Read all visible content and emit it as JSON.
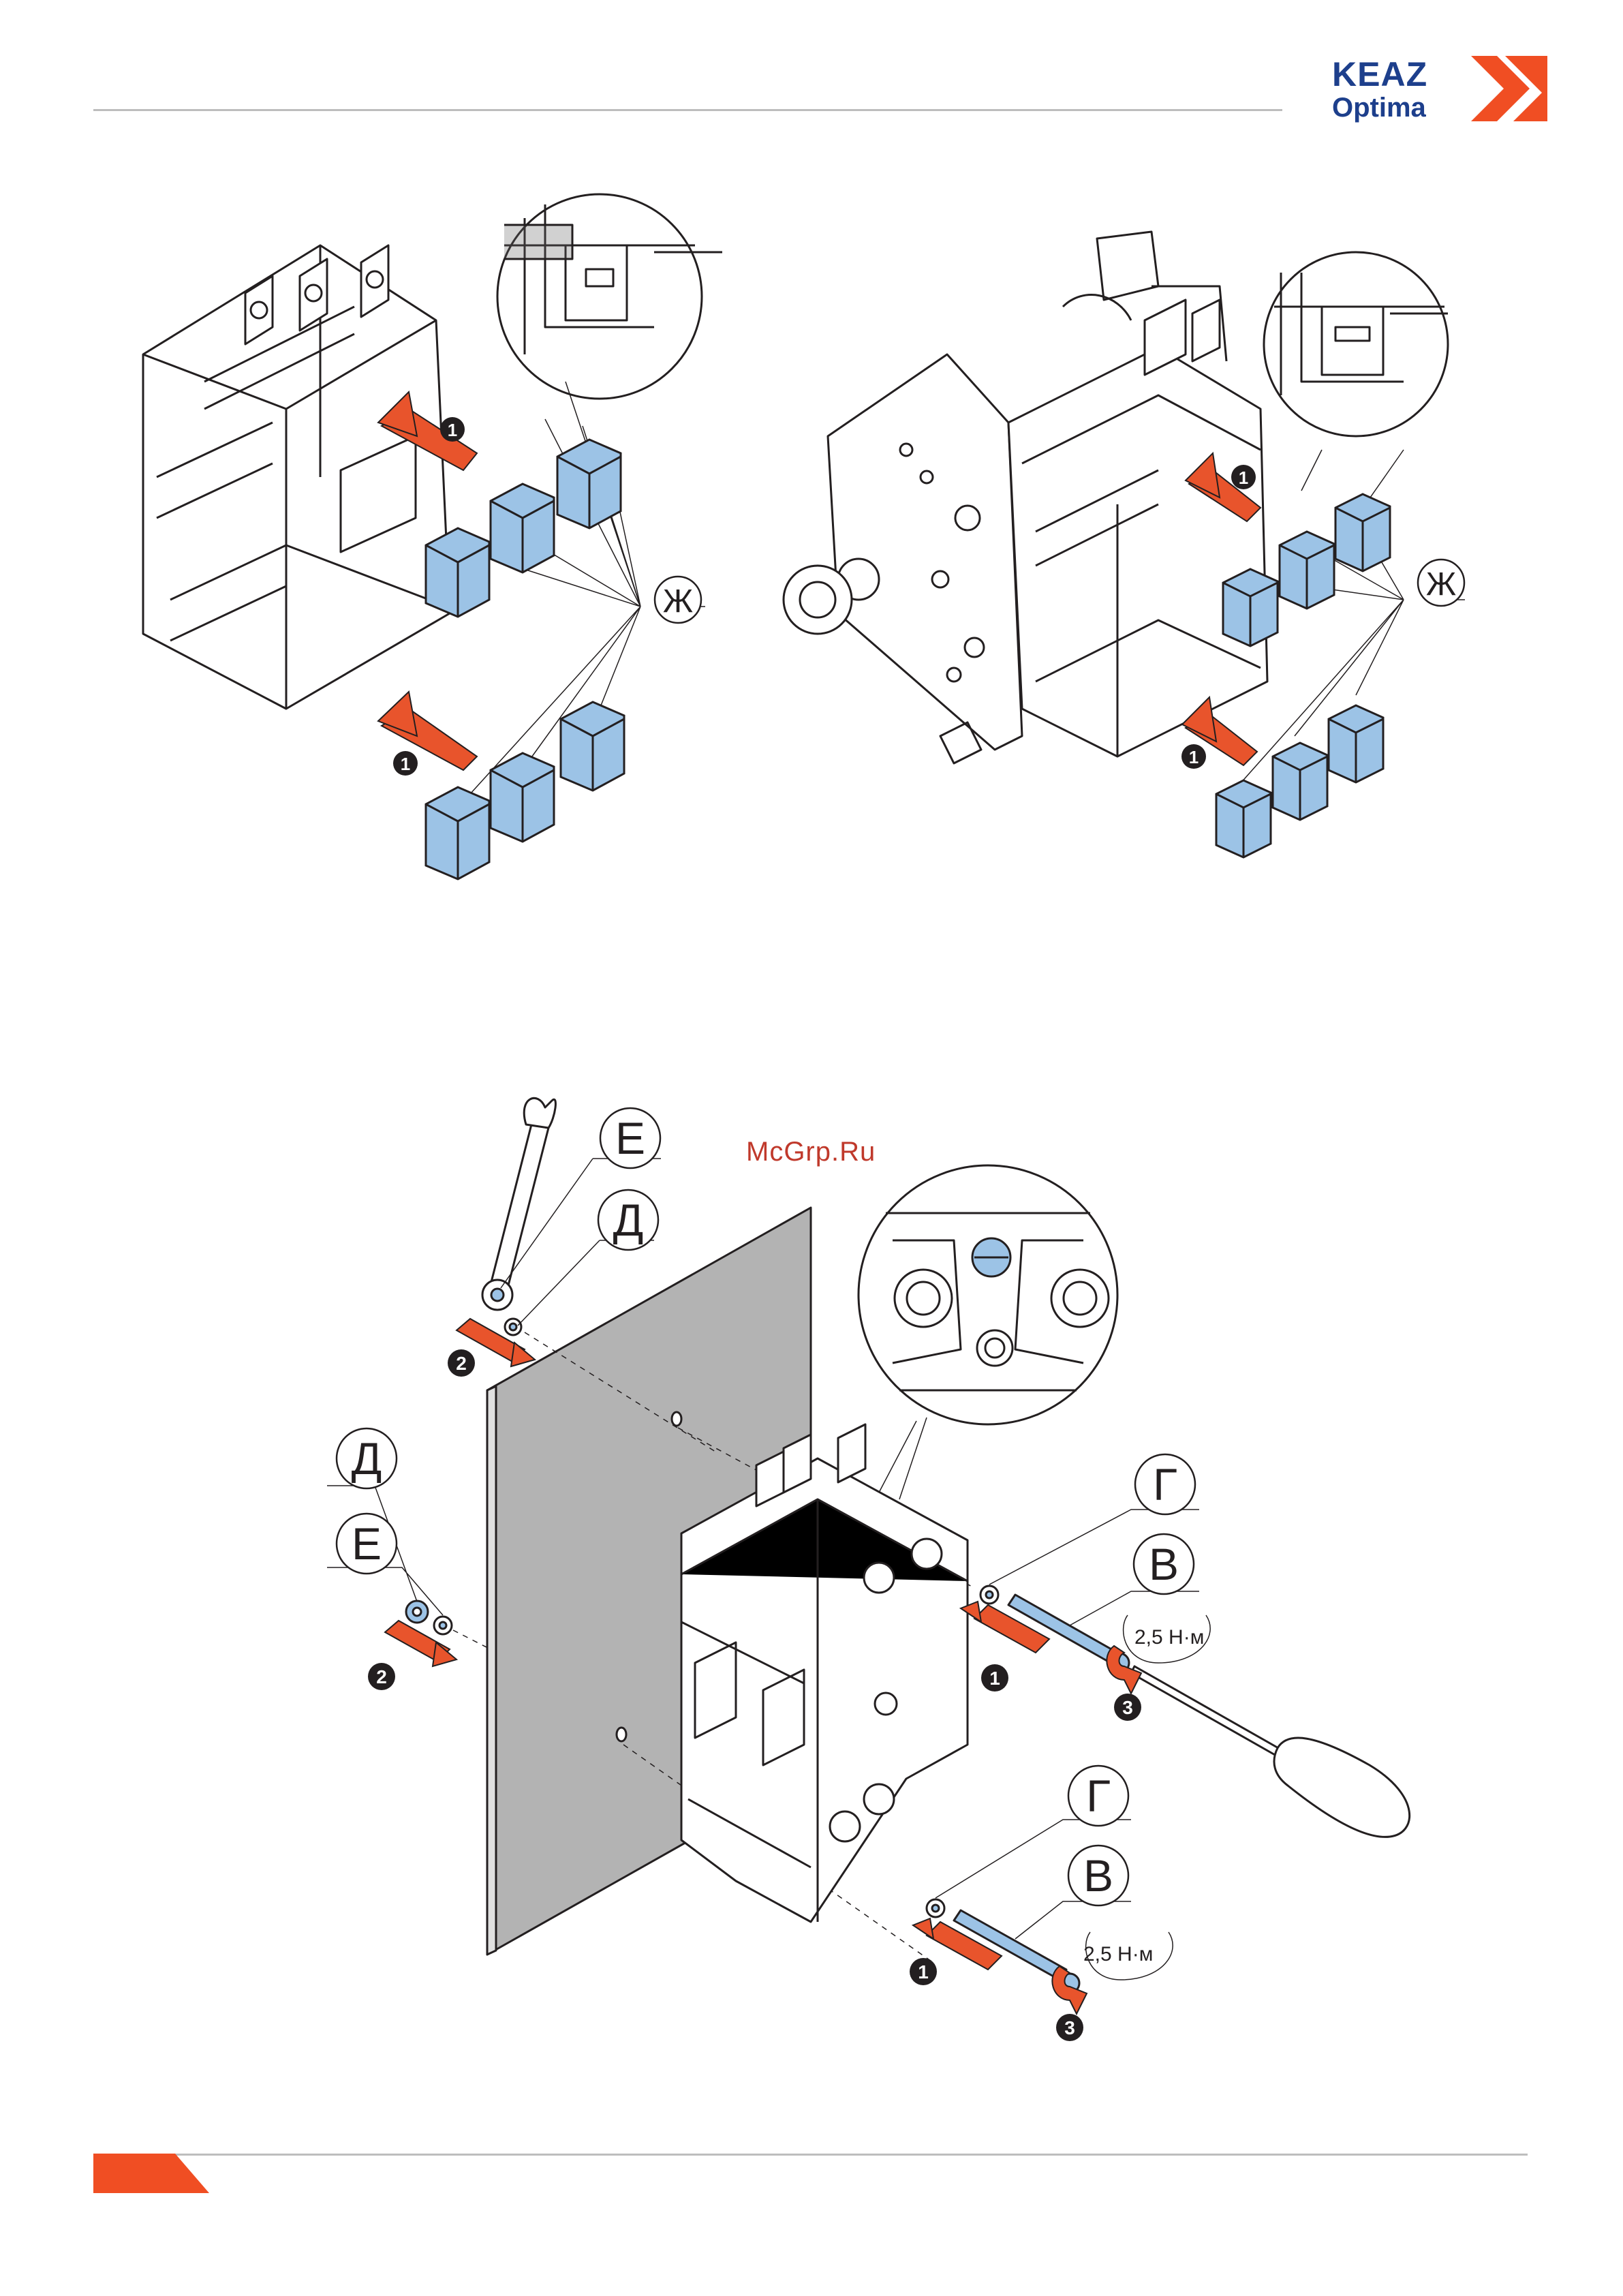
{
  "brand": {
    "name": "KEAZ",
    "product": "Optima",
    "accent": "#f04e23",
    "blue": "#1d3f8c"
  },
  "watermark": "McGrp.Ru",
  "colors": {
    "part": "#9cc3e6",
    "arrow": "#e8542c",
    "panel": "#b3b3b3",
    "line": "#231f20"
  },
  "figure1": {
    "callout": "Ж",
    "step": "1"
  },
  "figure2": {
    "callout": "Ж",
    "step": "1"
  },
  "figure3": {
    "labels": {
      "E": "Е",
      "D": "Д",
      "G": "Г",
      "V": "В"
    },
    "steps": {
      "one": "1",
      "two": "2",
      "three": "3"
    },
    "torque": "2,5 Н·м"
  }
}
